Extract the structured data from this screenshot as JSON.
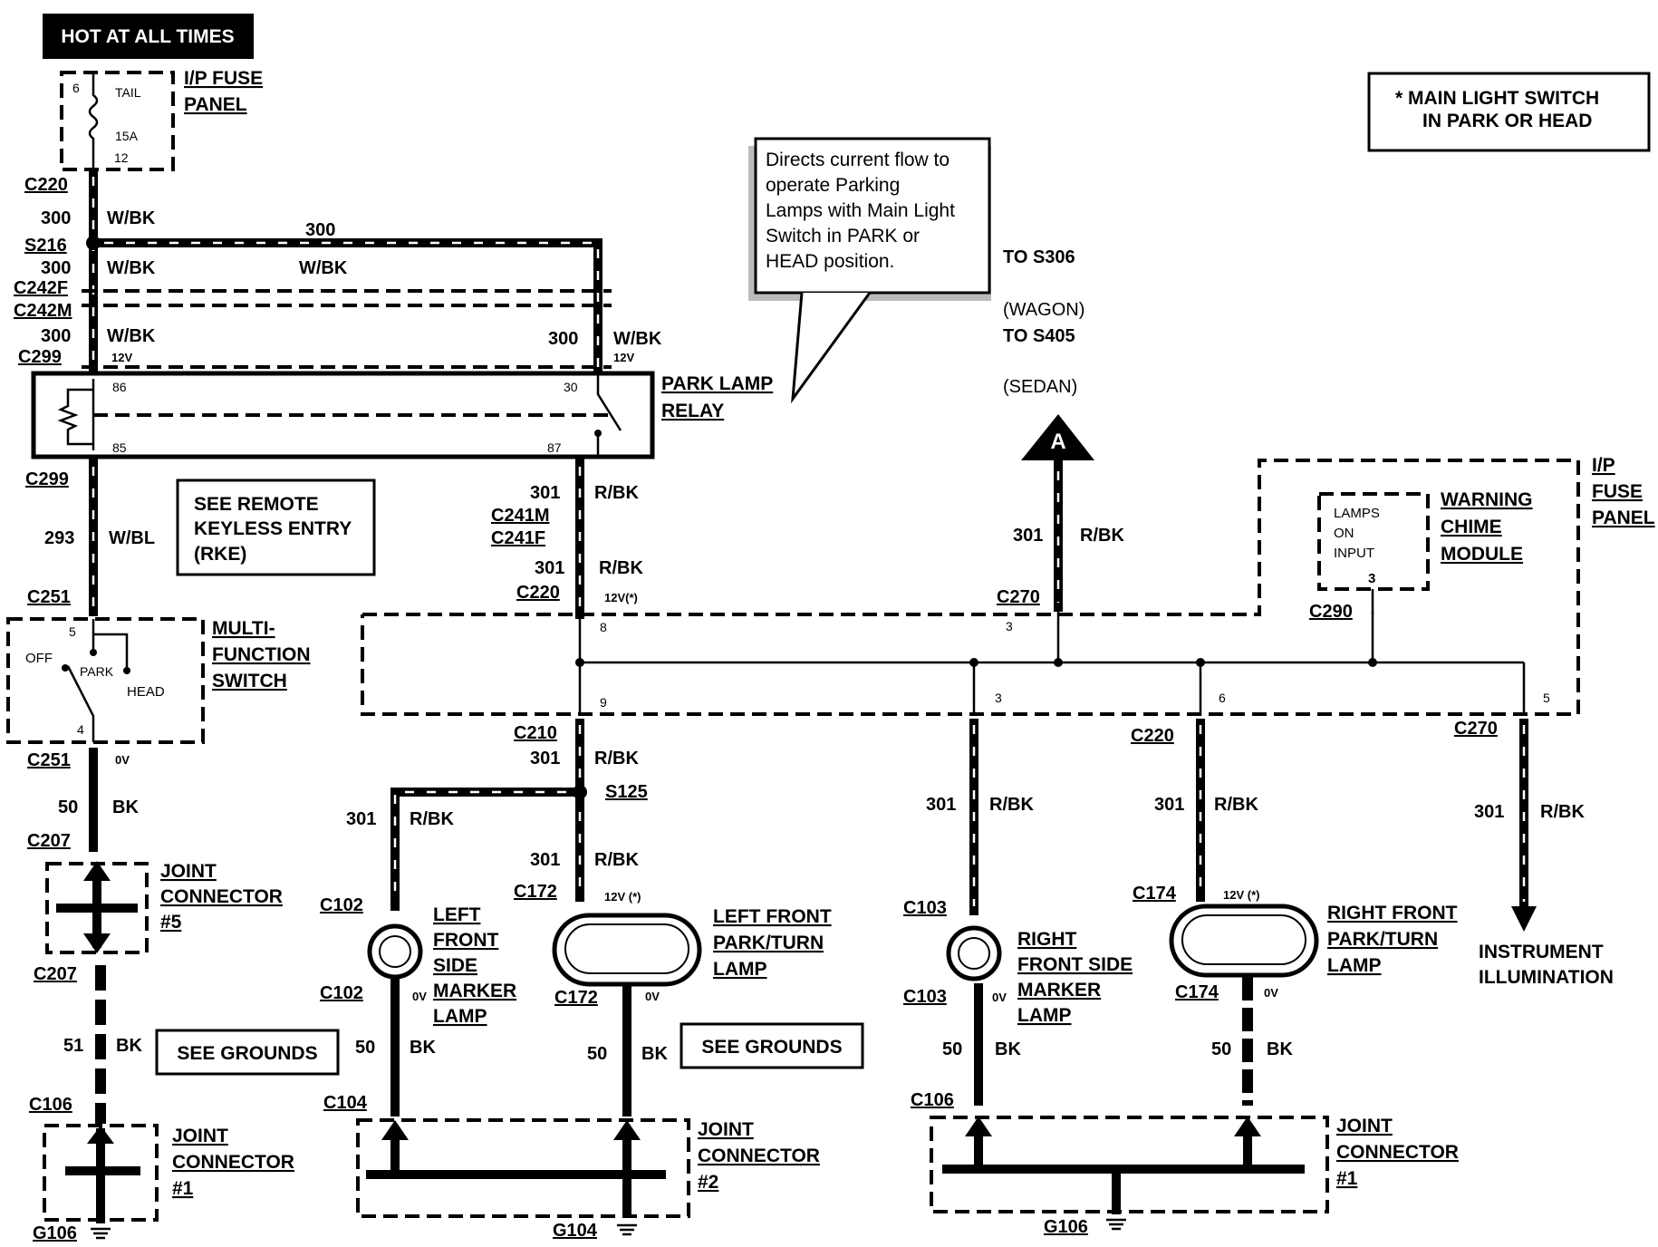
{
  "header": {
    "hot_label": "HOT AT ALL TIMES"
  },
  "legend": {
    "line1": "*  MAIN LIGHT SWITCH",
    "line2": "IN PARK OR HEAD"
  },
  "fuse_panel_top": {
    "label1": "I/P FUSE",
    "label2": "PANEL",
    "fuse_name": "TAIL",
    "fuse_rating": "15A",
    "pin_in": "6",
    "pin_out": "12"
  },
  "callout": {
    "lines": [
      "Directs current flow to",
      "operate          Parking",
      "Lamps with Main Light",
      "Switch   in   PARK   or",
      "HEAD position."
    ]
  },
  "destinations": {
    "to_s306": "TO S306",
    "wagon": "(WAGON)",
    "to_s405": "TO S405",
    "sedan": "(SEDAN)",
    "arrow_label": "A"
  },
  "connectors": {
    "c220_top": "C220",
    "s216": "S216",
    "c242f": "C242F",
    "c242m": "C242M",
    "c299_top": "C299",
    "c299_bot": "C299",
    "c251_top": "C251",
    "c251_bot": "C251",
    "c207_top": "C207",
    "c207_bot": "C207",
    "c106_left": "C106",
    "g106_left": "G106",
    "c241m": "C241M",
    "c241f": "C241F",
    "c220_mid": "C220",
    "c210": "C210",
    "s125": "S125",
    "c102_top": "C102",
    "c102_bot": "C102",
    "c172_top": "C172",
    "c172_bot": "C172",
    "c104": "C104",
    "g104": "G104",
    "c270_top": "C270",
    "c290": "C290",
    "c103_top": "C103",
    "c103_bot": "C103",
    "c220_right": "C220",
    "c174_top": "C174",
    "c174_bot": "C174",
    "c270_bot": "C270",
    "c106_right": "C106",
    "g106_right": "G106"
  },
  "wires": {
    "w300": "300",
    "wbk": "W/BK",
    "w293": "293",
    "wbl": "W/BL",
    "w301": "301",
    "rbk": "R/BK",
    "w50": "50",
    "bk": "BK",
    "w51": "51",
    "v12": "12V",
    "v12s": "12V(*)",
    "v12s2": "12V (*)",
    "v0": "0V"
  },
  "relay": {
    "label1": "PARK LAMP",
    "label2": "RELAY",
    "p86": "86",
    "p85": "85",
    "p30": "30",
    "p87": "87"
  },
  "rke_note": {
    "line1": "SEE REMOTE",
    "line2": "KEYLESS ENTRY",
    "line3": "(RKE)"
  },
  "switch": {
    "label1": "MULTI-",
    "label2": "FUNCTION",
    "label3": "SWITCH",
    "off": "OFF",
    "park": "PARK",
    "head": "HEAD",
    "p5": "5",
    "p4": "4"
  },
  "joint5": {
    "l1": "JOINT",
    "l2": "CONNECTOR",
    "l3": "#5"
  },
  "joint1_left": {
    "l1": "JOINT",
    "l2": "CONNECTOR",
    "l3": "#1"
  },
  "joint2": {
    "l1": "JOINT",
    "l2": "CONNECTOR",
    "l3": "#2"
  },
  "joint1_right": {
    "l1": "JOINT",
    "l2": "CONNECTOR",
    "l3": "#1"
  },
  "grounds_note": "SEE GROUNDS",
  "fuse_panel_right": {
    "l1": "I/P",
    "l2": "FUSE",
    "l3": "PANEL",
    "p8": "8",
    "p9": "9",
    "p3a": "3",
    "p3b": "3",
    "p6": "6",
    "p5": "5"
  },
  "chime": {
    "l1": "WARNING",
    "l2": "CHIME",
    "l3": "MODULE",
    "in1": "LAMPS",
    "in2": "ON",
    "in3": "INPUT",
    "pin": "3"
  },
  "lamps": {
    "left_side": [
      "LEFT",
      "FRONT",
      "SIDE",
      "MARKER",
      "LAMP"
    ],
    "left_front": [
      "LEFT FRONT",
      "PARK/TURN",
      "LAMP"
    ],
    "right_side": [
      "RIGHT",
      "FRONT SIDE",
      "MARKER",
      "LAMP"
    ],
    "right_front": [
      "RIGHT FRONT",
      "PARK/TURN",
      "LAMP"
    ],
    "instrument": [
      "INSTRUMENT",
      "ILLUMINATION"
    ]
  }
}
